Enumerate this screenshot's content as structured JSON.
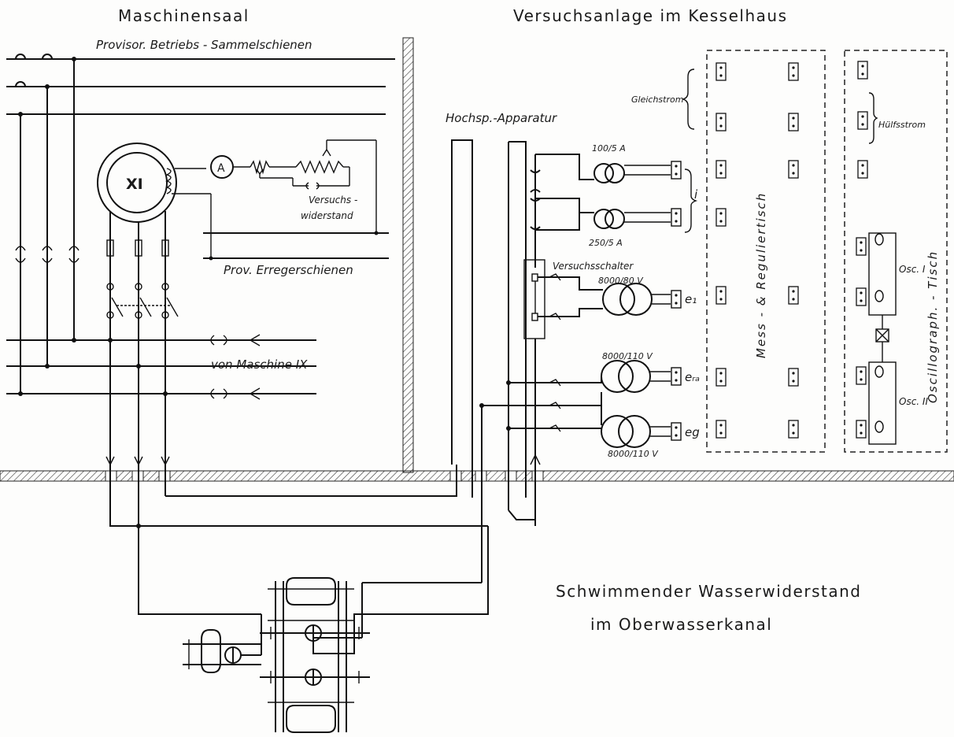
{
  "headings": {
    "machine_hall": "Maschinensaal",
    "test_plant": "Versuchsanlage im Kesselhaus",
    "water_resistor_line1": "Schwimmender Wasserwiderstand",
    "water_resistor_line2": "im Oberwasserkanal"
  },
  "labels": {
    "busbars": "Provisor. Betriebs - Sammelschienen",
    "generator": "XI",
    "ammeter": "A",
    "resistor_line1": "Versuchs -",
    "resistor_line2": "widerstand",
    "exciter_busbars": "Prov. Erregerschienen",
    "from_machine": "von Maschine IX",
    "hv_apparatus": "Hochsp.-Apparatur",
    "test_switch": "Versuchsschalter",
    "ct1_ratio": "100/5 A",
    "ct2_ratio": "250/5 A",
    "pt1_ratio": "8000/80 V",
    "pt2_ratio": "8000/110 V",
    "pt3_ratio": "8000/110 V",
    "current_i": "i",
    "meas_e1": "e₁",
    "meas_era": "eᵣₐ",
    "meas_eg": "eg",
    "dc_supply": "Gleichstrom",
    "aux_supply": "Hülfsstrom",
    "meter_table": "Mess - & Reguliertisch",
    "oscillograph_table": "Oscillograph. - Tisch",
    "osc1": "Osc. I",
    "osc2": "Osc. II"
  }
}
